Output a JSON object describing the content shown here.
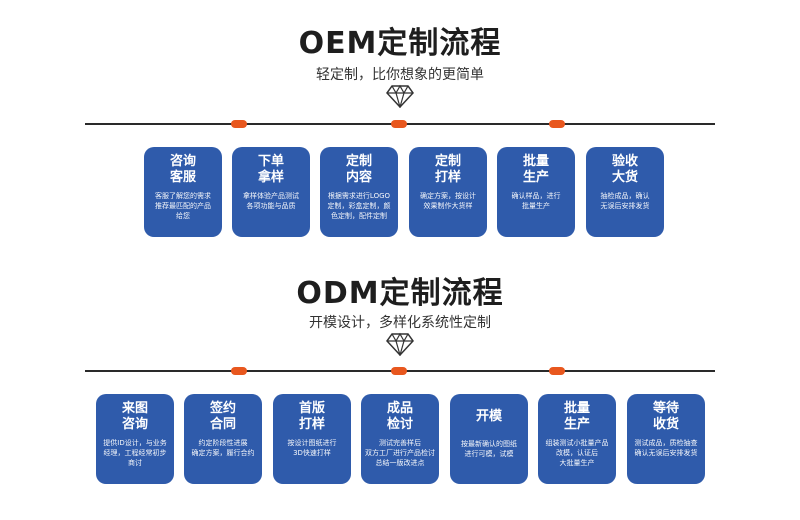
{
  "oem": {
    "title": "OEM定制流程",
    "subtitle": "轻定制，比你想象的更简单",
    "steps": [
      {
        "title": "咨询\n客服",
        "desc": "客服了解您的需求\n推荐最匹配的产品\n给您"
      },
      {
        "title": "下单\n拿样",
        "desc": "拿样体验产品测试\n各项功能与品质"
      },
      {
        "title": "定制\n内容",
        "desc": "根据需求进行LOGO\n定制，彩盒定制，颜\n色定制，配件定制"
      },
      {
        "title": "定制\n打样",
        "desc": "确定方案，按设计\n效果制作大货样"
      },
      {
        "title": "批量\n生产",
        "desc": "确认样品，进行\n批量生产"
      },
      {
        "title": "验收\n大货",
        "desc": "抽检成品，确认\n无误后安排发货"
      }
    ]
  },
  "odm": {
    "title": "ODM定制流程",
    "subtitle": "开模设计，多样化系统性定制",
    "steps": [
      {
        "title": "来图\n咨询",
        "desc": "提供ID设计，与业务\n经理，工程经常初步\n商讨"
      },
      {
        "title": "签约\n合同",
        "desc": "约定阶段性进展\n确定方案，履行合约"
      },
      {
        "title": "首版\n打样",
        "desc": "按设计图纸进行\n3D快速打样"
      },
      {
        "title": "成品\n检讨",
        "desc": "测试完善样后\n双方工厂进行产品检讨\n总结一版改进点"
      },
      {
        "title": "开模",
        "desc": "按最新确认的图纸\n进行可模，试模"
      },
      {
        "title": "批量\n生产",
        "desc": "组装测试小批量产品\n改模，认证后\n大批量生产"
      },
      {
        "title": "等待\n收货",
        "desc": "测试成品，质检抽查\n确认无误后安排发货"
      }
    ]
  },
  "colors": {
    "card": "#2f5bab",
    "accent": "#e8571e",
    "line": "#2a2a2a"
  }
}
